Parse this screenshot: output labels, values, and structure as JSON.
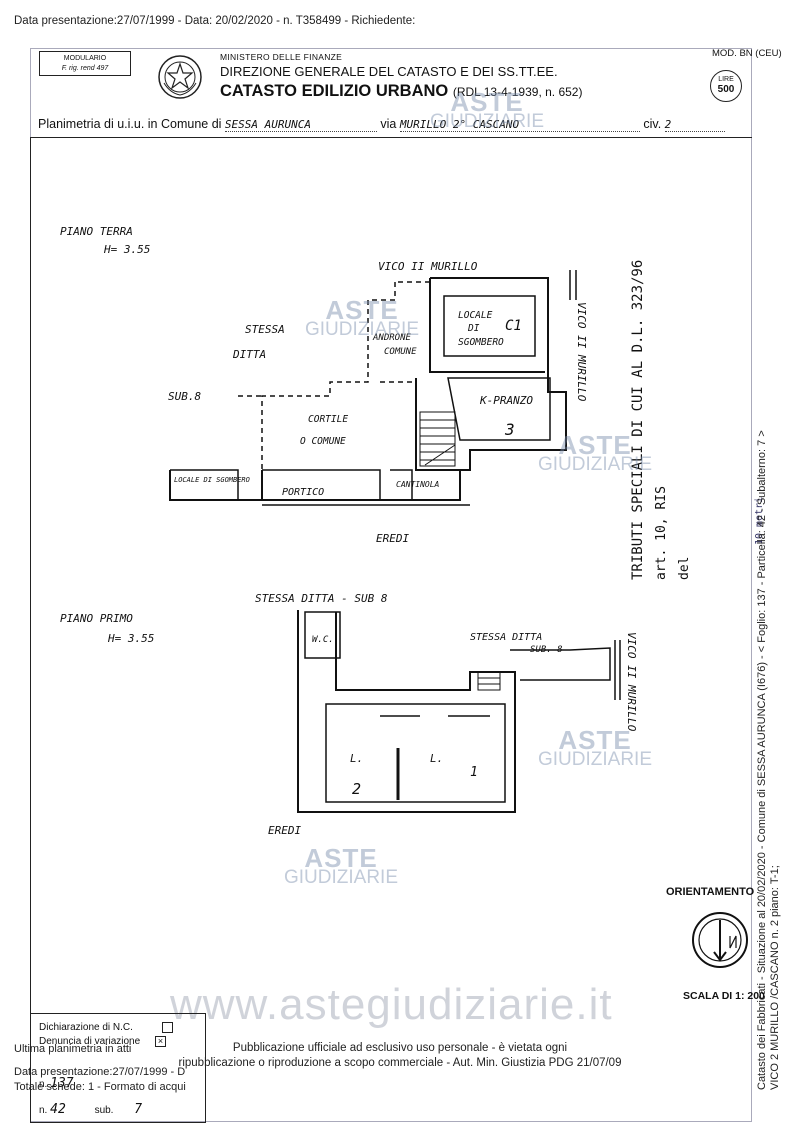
{
  "header": {
    "presentation_line": "Data presentazione:27/07/1999 - Data: 20/02/2020 - n. T358499 - Richiedente:",
    "modulario_label": "MODULARIO",
    "modulario_sub": "F. rig. rend 497",
    "ministero": "MINISTERO DELLE FINANZE",
    "direzione": "DIREZIONE GENERALE DEL CATASTO E DEI SS.TT.EE.",
    "catasto": "CATASTO EDILIZIO URBANO",
    "rdl": "(RDL 13-4-1939, n. 652)",
    "mod": "MOD. BN (CEU)",
    "lire_label": "LIRE",
    "lire_value": "500",
    "plan_prefix": "Planimetria di u.i.u. in Comune di",
    "comune": "SESSA AURUNCA",
    "via_label": "via",
    "via": "MURILLO 2° CASCANO",
    "civ_label": "civ.",
    "civ": "2"
  },
  "drawing": {
    "piano_terra": "PIANO TERRA",
    "h_terra": "H= 3.55",
    "vico_top": "VICO II MURILLO",
    "vico_right": "VICO II MURILLO",
    "stessa_ditta": "STESSA",
    "ditta": "DITTA",
    "androne": "ANDRONE",
    "comune_label": "COMUNE",
    "locale_sgombero": "LOCALE",
    "di": "DI",
    "sgombero": "SGOMBERO",
    "c1": "C1",
    "k_pranzo": "K-PRANZO",
    "num3": "3",
    "sub8": "SUB.8",
    "cortile": "CORTILE",
    "o_comune": "O COMUNE",
    "locale_small": "LOCALE DI SGOMBERO",
    "portico": "PORTICO",
    "cantinola": "CANTINOLA",
    "eredi1": "EREDI",
    "piano_primo": "PIANO PRIMO",
    "h_primo": "H= 3.55",
    "stessa_ditta_sub8": "STESSA DITTA - SUB 8",
    "wc": "W.C.",
    "stessa_ditta2": "STESSA DITTA",
    "sub8b": "SUB. 8",
    "vico_right2": "VICO II MURILLO",
    "l1": "L.",
    "l2": "L.",
    "num2": "2",
    "num1": "1",
    "eredi2": "EREDI",
    "tributi": "TRIBUTI SPECIALI DI CUI AL D.L. 323/96",
    "art": "art. 10, RIS",
    "del": "del",
    "ten_metri": "10 metri"
  },
  "watermarks": {
    "aste": "ASTE",
    "giudiziarie": "GIUDIZIARIE",
    "site": "www.astegiudiziarie.it"
  },
  "sidebar": {
    "line1": "Catasto dei Fabbricati - Situazione al 20/02/2020 - Comune di SESSA AURUNCA (I676) - < Foglio: 137 - Particella: 42 - Subalterno: 7 >",
    "line2": "VICO 2 MURILLO /CASCANO n. 2 piano: T-1;"
  },
  "orientation": {
    "label": "ORIENTAMENTO",
    "scala": "SCALA DI 1: 200"
  },
  "dichiarazione": {
    "row1": "Dichiarazione di N.C.",
    "row2": "Denuncia di variazione",
    "row3_n": "n.",
    "row3_num": "137",
    "row4_n": "n.",
    "row4_num": "42",
    "row4_sub": "sub.",
    "row4_subnum": "7"
  },
  "bottom": {
    "ultima": "Ultima planimetria in atti",
    "data_pres": "Data presentazione:27/07/1999 - D",
    "totale": "Totale schede: 1 - Formato di acqui"
  },
  "footer": {
    "line1": "Pubblicazione ufficiale ad esclusivo uso personale - è vietata ogni",
    "line2": "ripubblicazione o riproduzione a scopo commerciale - Aut. Min. Giustizia PDG 21/07/09"
  }
}
